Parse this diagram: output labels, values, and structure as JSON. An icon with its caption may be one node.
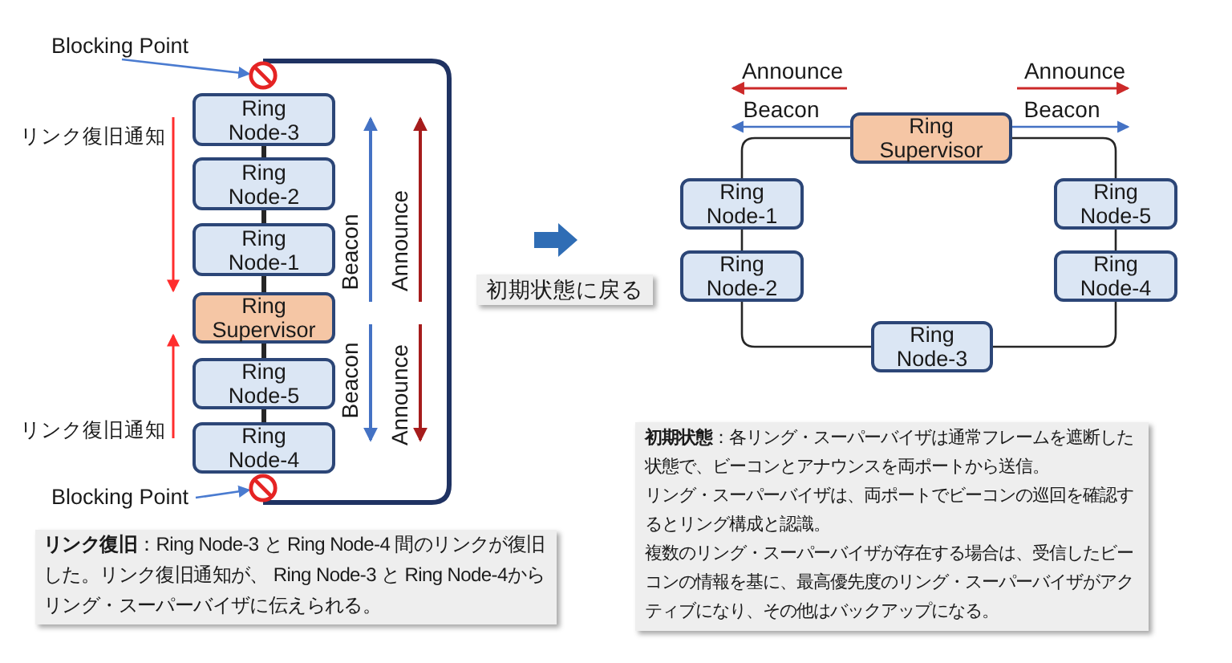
{
  "diagram": {
    "nodes": [
      {
        "text": [
          "Blocking Point"
        ]
      },
      {
        "text": [],
        "shape": "circle"
      },
      {
        "text": [
          "Ring Node-3"
        ]
      },
      {
        "text": [
          "Ring Node-2"
        ]
      },
      {
        "text": [
          "Ring Node-1"
        ]
      },
      {
        "text": [
          "Ring Supervisor"
        ]
      },
      {
        "text": [
          "Ring Node-5"
        ]
      },
      {
        "text": [
          "Ring Node-4"
        ]
      },
      {
        "text": [],
        "shape": "circle"
      },
      {
        "text": [
          "Blocking Point"
        ]
      },
      {
        "text": [
          "**リンク復旧**：Ring Node-3 と Ring Node-4 間のリンクが復旧した。リンク復旧通知が、 Ring Node-3 と Ring Node-4からリング・スーパーバイザに伝えられる。"
        ]
      },
      {
        "text": [
          "初期状態に戻る"
        ]
      },
      {
        "text": [
          "Ring Supervisor"
        ]
      },
      {
        "text": [
          "Ring Node-1"
        ]
      },
      {
        "text": [
          "Ring Node-5"
        ]
      },
      {
        "text": [
          "Ring Node-2"
        ]
      },
      {
        "text": [
          "Ring Node-4"
        ]
      },
      {
        "text": [
          "Ring Node-3"
        ]
      },
      {
        "text": [
          "**初期状態**：各リング・スーパーバイザは通常フレームを遮断した状態で、ビーコンとアナウンスを両ポートから送信。",
          "リング・スーパーバイザは、両ポートでビーコンの巡回を確認するとリング構成と認識。",
          "複数のリング・スーパーバイザが存在する場合は、受信したビーコンの情報を基に、最高優先度のリング・スーパーバイザがアクティブになり、その他はバックアップになる。"
        ]
      }
    ],
    "edges": [
      {
        "from": 0,
        "to": 1,
        "arrow": "to",
        "color": "#4a7bd0"
      },
      {
        "from": 2,
        "to": 3,
        "arrow": "none",
        "style": "thick"
      },
      {
        "from": 3,
        "to": 4,
        "arrow": "none",
        "style": "thick"
      },
      {
        "from": 4,
        "to": 5,
        "arrow": "none",
        "style": "thick"
      },
      {
        "from": 5,
        "to": 6,
        "arrow": "none",
        "style": "thick"
      },
      {
        "from": 6,
        "to": 7,
        "arrow": "none",
        "style": "thick"
      },
      {
        "from": 1,
        "to": 8,
        "arrow": "none",
        "style": "thick",
        "color": "#1f3262"
      },
      {
        "from": 9,
        "to": 8,
        "arrow": "to",
        "color": "#4a7bd0"
      },
      {
        "from": 12,
        "to": 13,
        "arrow": "none"
      },
      {
        "from": 13,
        "to": 15,
        "arrow": "none"
      },
      {
        "from": 15,
        "to": 17,
        "arrow": "none"
      },
      {
        "from": 17,
        "to": 16,
        "arrow": "none"
      },
      {
        "from": 16,
        "to": 14,
        "arrow": "none"
      },
      {
        "from": 14,
        "to": 12,
        "arrow": "none"
      },
      {
        "from": 12,
        "to": null,
        "arrow": "to",
        "label": "Beacon",
        "color": "#4472c4"
      },
      {
        "from": 12,
        "to": null,
        "arrow": "to",
        "label": "Beacon",
        "color": "#4472c4"
      }
    ],
    "labels": [
      "リンク復旧通知",
      "Beacon",
      "Announce",
      "Beacon",
      "Announce",
      "リンク復旧通知",
      "Announce",
      "Announce"
    ]
  }
}
